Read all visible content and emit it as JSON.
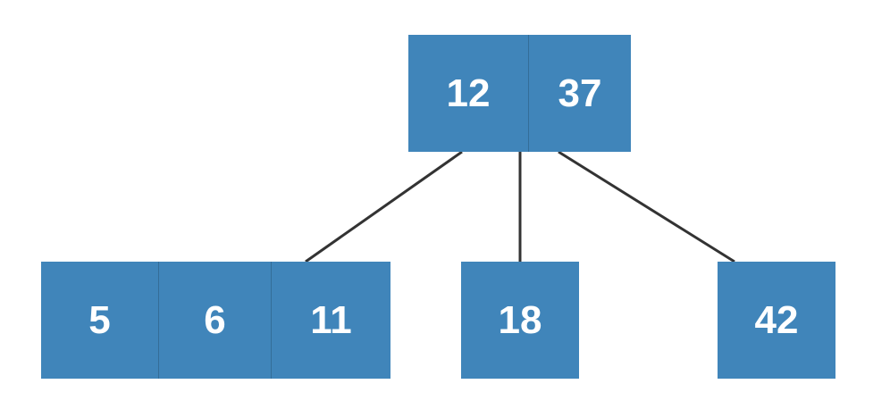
{
  "colors": {
    "node_fill": "#4085BA",
    "edge": "#333333",
    "text": "#FFFFFF"
  },
  "tree": {
    "root": {
      "keys": [
        "12",
        "37"
      ]
    },
    "children": [
      {
        "keys": [
          "5",
          "6",
          "11"
        ]
      },
      {
        "keys": [
          "18"
        ]
      },
      {
        "keys": [
          "42"
        ]
      }
    ]
  }
}
